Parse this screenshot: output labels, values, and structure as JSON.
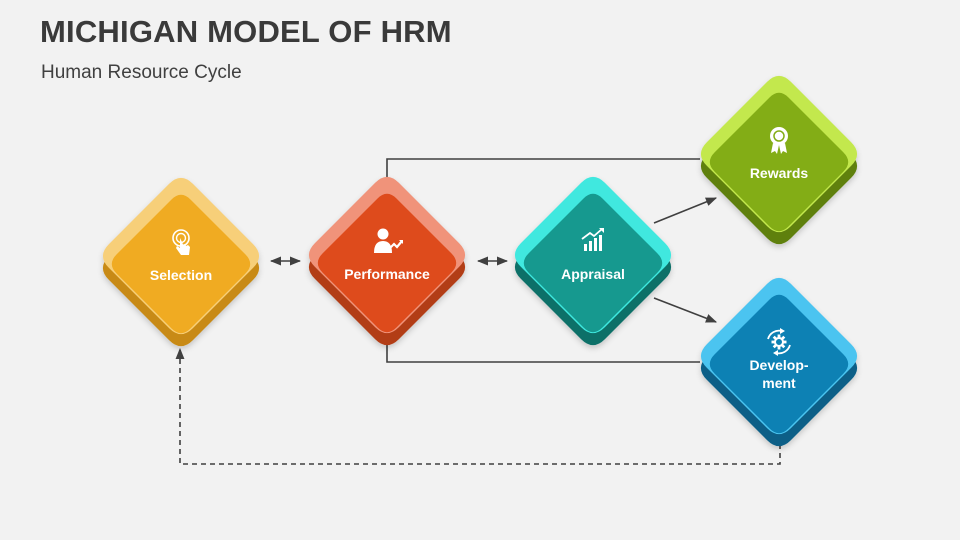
{
  "slide": {
    "title": "MICHIGAN MODEL OF HRM",
    "subtitle": "Human Resource Cycle"
  },
  "nodes": {
    "selection": {
      "label": "Selection",
      "icon": "touch-icon",
      "colors": {
        "front": "#f0ab23",
        "top": "#f7cf79",
        "side": "#c88a12"
      }
    },
    "performance": {
      "label": "Performance",
      "icon": "person-growth-icon",
      "colors": {
        "front": "#de4c1d",
        "top": "#f0937a",
        "side": "#b23c14"
      }
    },
    "appraisal": {
      "label": "Appraisal",
      "icon": "bar-chart-icon",
      "colors": {
        "front": "#12998f",
        "top": "#3fe8df",
        "side": "#0b6f67"
      }
    },
    "rewards": {
      "label": "Rewards",
      "icon": "award-ribbon-icon",
      "colors": {
        "front": "#83ad16",
        "top": "#c3e84d",
        "side": "#5e8010"
      }
    },
    "development": {
      "label_lines": [
        "Develop-",
        "ment"
      ],
      "icon": "gear-cycle-icon",
      "colors": {
        "front": "#0b81b4",
        "top": "#4cc4f0",
        "side": "#075f87"
      }
    }
  },
  "connectors": [
    {
      "from": "selection",
      "to": "performance",
      "style": "solid",
      "arrows": "both"
    },
    {
      "from": "performance",
      "to": "appraisal",
      "style": "solid",
      "arrows": "both"
    },
    {
      "from": "appraisal",
      "to": "rewards",
      "style": "solid",
      "arrows": "end"
    },
    {
      "from": "appraisal",
      "to": "development",
      "style": "solid",
      "arrows": "end"
    },
    {
      "from": "performance",
      "to": "rewards",
      "style": "solid",
      "arrows": "none"
    },
    {
      "from": "performance",
      "to": "development",
      "style": "solid",
      "arrows": "none"
    },
    {
      "from": "development",
      "to": "selection",
      "style": "dashed",
      "arrows": "end"
    }
  ],
  "theme": {
    "connector_color": "#404040",
    "background": "#f2f2f2"
  }
}
